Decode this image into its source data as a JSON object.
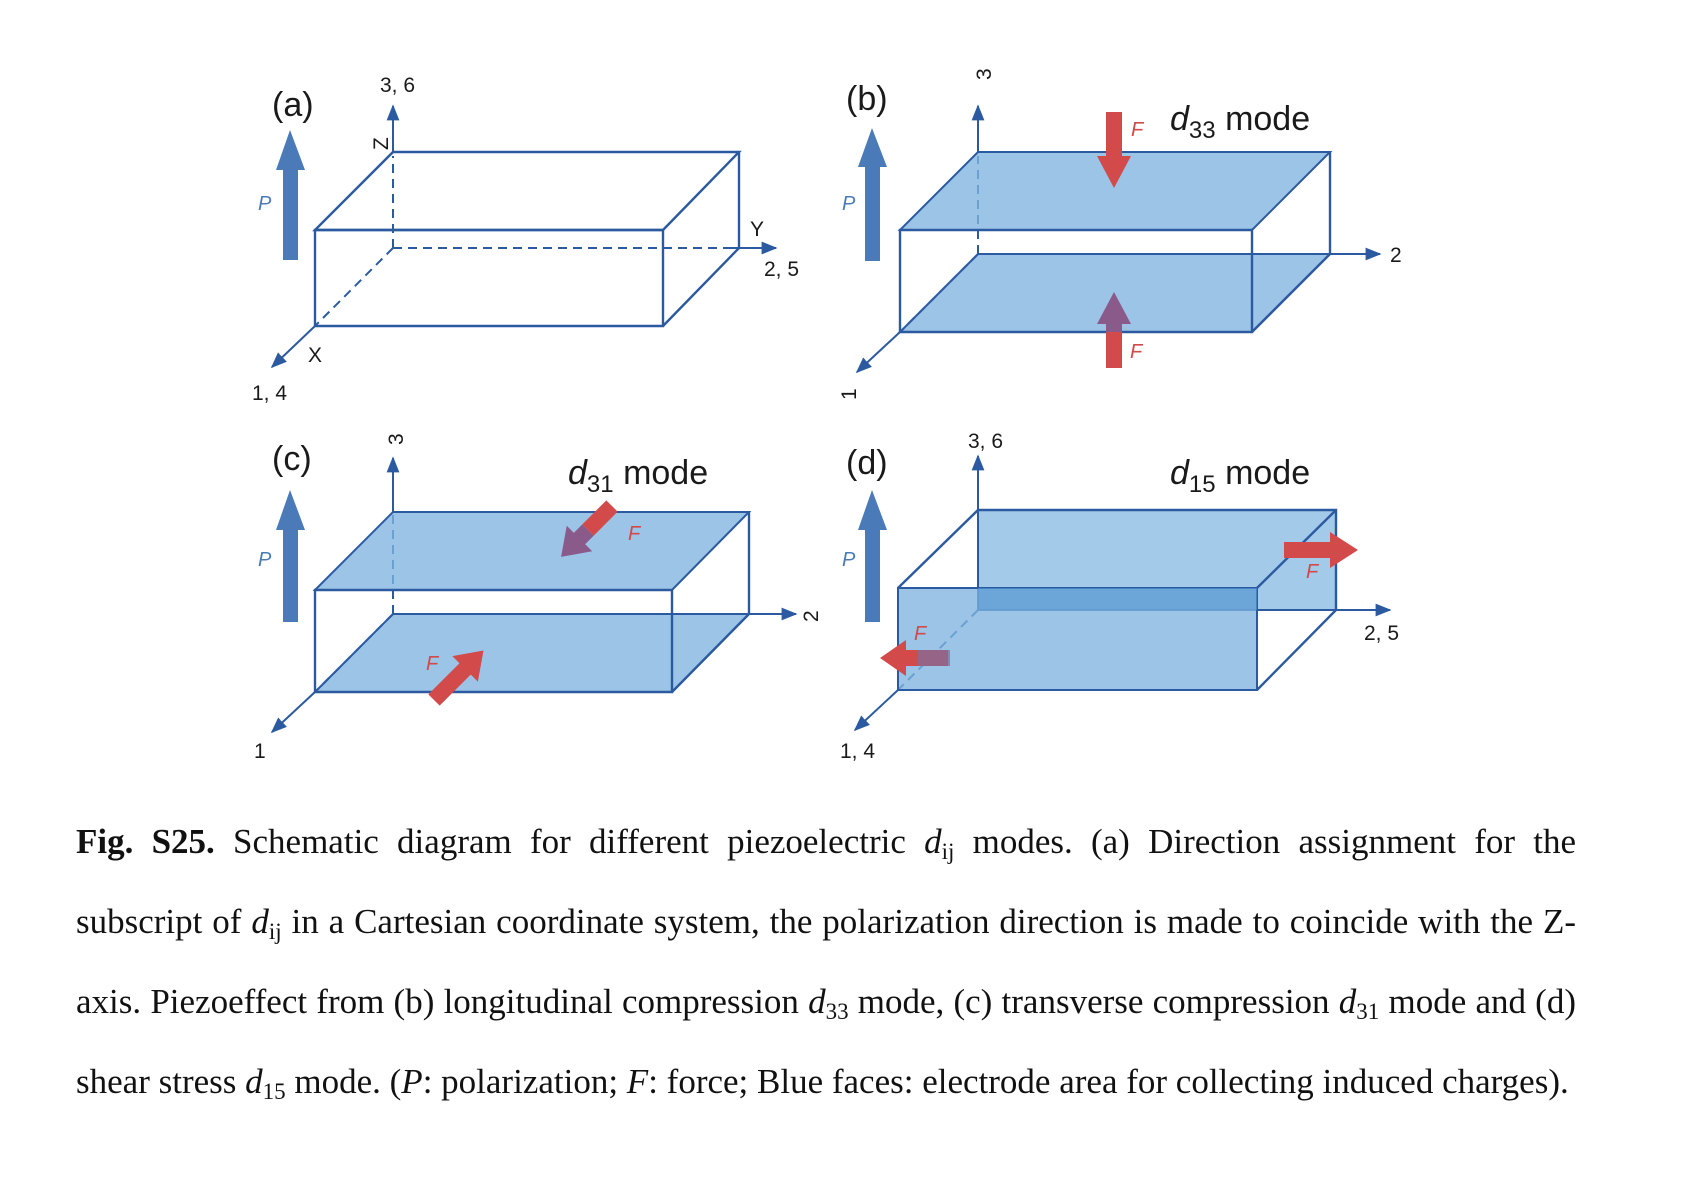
{
  "figure": {
    "panels": {
      "a": {
        "label": "(a)",
        "z_axis": "Z",
        "y_axis": "Y",
        "x_axis": "X",
        "z_index": "3, 6",
        "y_index": "2, 5",
        "x_index": "1, 4",
        "polarization": "P"
      },
      "b": {
        "label": "(b)",
        "z_index": "3",
        "y_index": "2",
        "x_index": "1",
        "polarization": "P",
        "force_top": "F",
        "force_bottom": "F",
        "mode_d": "d",
        "mode_sub": "33",
        "mode_word": "mode"
      },
      "c": {
        "label": "(c)",
        "z_index": "3",
        "y_index": "2",
        "x_index": "1",
        "polarization": "P",
        "force_top": "F",
        "force_bottom": "F",
        "mode_d": "d",
        "mode_sub": "31",
        "mode_word": "mode"
      },
      "d": {
        "label": "(d)",
        "z_index": "3, 6",
        "y_index": "2, 5",
        "x_index": "1, 4",
        "polarization": "P",
        "force_left": "F",
        "force_right": "F",
        "mode_d": "d",
        "mode_sub": "15",
        "mode_word": "mode"
      }
    },
    "colors": {
      "edge": "#2c5aa0",
      "electrode_face": "#7fb3df",
      "polarization_arrow": "#4a7ab8",
      "force_arrow": "#d24a4a"
    }
  },
  "caption": {
    "label": "Fig. S25.",
    "s1": " Schematic diagram for different piezoelectric ",
    "d": "d",
    "ij": "ij",
    "s2": " modes. (a) Direction assignment for the subscript of ",
    "s3": " in a Cartesian coordinate system, the polarization direction is made to coincide with the Z-axis. Piezoeffect from (b) longitudinal compression ",
    "sub33": "33",
    "s4": " mode, (c) transverse compression ",
    "sub31": "31",
    "s5": " mode and (d) shear stress ",
    "sub15": "15",
    "s6": " mode. (",
    "P": "P",
    "s7": ": polarization; ",
    "F": "F",
    "s8": ": force; Blue faces: electrode area for collecting induced charges)."
  }
}
